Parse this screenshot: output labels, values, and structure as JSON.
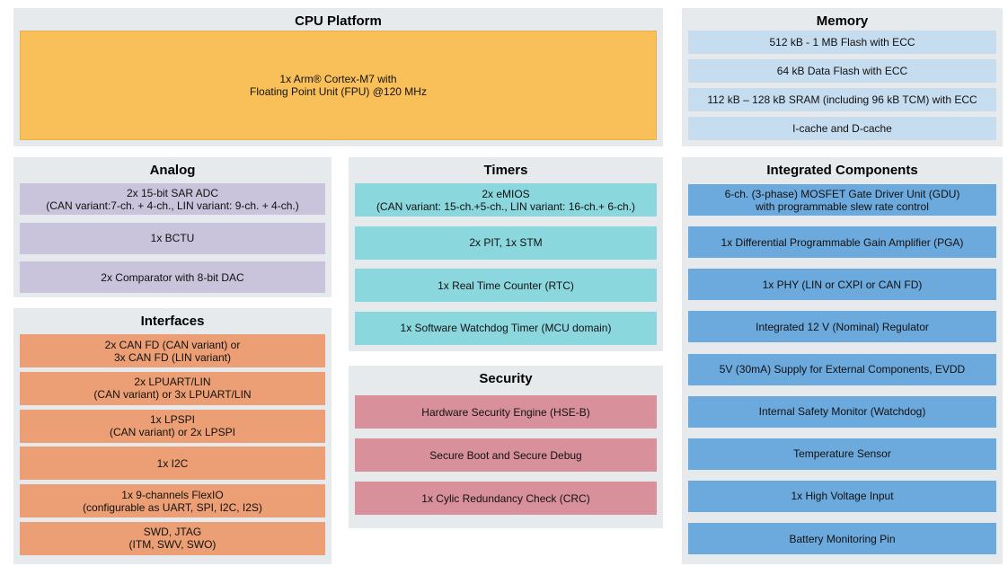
{
  "colors": {
    "page-bg": "#ffffff",
    "panel-bg": "#e6eaed",
    "text": "#111111",
    "cpu-row": "#f9c05a",
    "cpu-row-border": "#eaaf4d",
    "memory-row": "#c6ddf0",
    "analog-row": "#cac3dc",
    "interfaces-row": "#ec9f74",
    "timers-row": "#8bd7de",
    "security-row": "#d8909b",
    "integrated-row": "#6ca9dd"
  },
  "sections": {
    "cpu": {
      "title": "CPU Platform",
      "rows": [
        {
          "lines": [
            "1x Arm® Cortex-M7 with",
            "Floating Point Unit (FPU) @120 MHz"
          ]
        }
      ]
    },
    "memory": {
      "title": "Memory",
      "rows": [
        {
          "lines": [
            "512 kB - 1 MB Flash with ECC"
          ]
        },
        {
          "lines": [
            "64 kB Data Flash with ECC"
          ]
        },
        {
          "lines": [
            "112 kB – 128 kB SRAM (including 96 kB TCM) with ECC"
          ]
        },
        {
          "lines": [
            "I-cache and D-cache"
          ]
        }
      ]
    },
    "analog": {
      "title": "Analog",
      "rows": [
        {
          "lines": [
            "2x 15-bit SAR ADC",
            "(CAN variant:7-ch. + 4-ch., LIN variant: 9-ch. + 4-ch.)"
          ]
        },
        {
          "lines": [
            "1x BCTU"
          ]
        },
        {
          "lines": [
            "2x Comparator with 8-bit DAC"
          ]
        }
      ]
    },
    "interfaces": {
      "title": "Interfaces",
      "rows": [
        {
          "lines": [
            "2x CAN FD (CAN variant) or",
            "3x CAN FD (LIN variant)"
          ]
        },
        {
          "lines": [
            "2x LPUART/LIN",
            "(CAN variant) or 3x LPUART/LIN"
          ]
        },
        {
          "lines": [
            "1x LPSPI",
            "(CAN variant) or 2x LPSPI"
          ]
        },
        {
          "lines": [
            "1x I2C"
          ]
        },
        {
          "lines": [
            "1x 9-channels FlexIO",
            "(configurable as UART, SPI, I2C, I2S)"
          ]
        },
        {
          "lines": [
            "SWD, JTAG",
            "(ITM, SWV, SWO)"
          ]
        }
      ]
    },
    "timers": {
      "title": "Timers",
      "rows": [
        {
          "lines": [
            "2x eMIOS",
            "(CAN variant: 15-ch.+5-ch., LIN variant: 16-ch.+ 6-ch.)"
          ]
        },
        {
          "lines": [
            "2x PIT, 1x STM"
          ]
        },
        {
          "lines": [
            "1x Real Time Counter (RTC)"
          ]
        },
        {
          "lines": [
            "1x Software Watchdog Timer (MCU domain)"
          ]
        }
      ]
    },
    "security": {
      "title": "Security",
      "rows": [
        {
          "lines": [
            "Hardware Security Engine (HSE-B)"
          ]
        },
        {
          "lines": [
            "Secure Boot and Secure Debug"
          ]
        },
        {
          "lines": [
            "1x Cylic Redundancy Check (CRC)"
          ]
        }
      ]
    },
    "integrated": {
      "title": "Integrated Components",
      "rows": [
        {
          "lines": [
            "6-ch. (3-phase) MOSFET Gate Driver Unit (GDU)",
            "with programmable slew rate control"
          ]
        },
        {
          "lines": [
            "1x Differential Programmable Gain Amplifier (PGA)"
          ]
        },
        {
          "lines": [
            "1x PHY (LIN or CXPI or CAN FD)"
          ]
        },
        {
          "lines": [
            "Integrated 12 V (Nominal) Regulator"
          ]
        },
        {
          "lines": [
            "5V (30mA) Supply for External Components, EVDD"
          ]
        },
        {
          "lines": [
            "Internal Safety Monitor (Watchdog)"
          ]
        },
        {
          "lines": [
            "Temperature Sensor"
          ]
        },
        {
          "lines": [
            "1x High Voltage Input"
          ]
        },
        {
          "lines": [
            "Battery Monitoring Pin"
          ]
        }
      ]
    }
  }
}
